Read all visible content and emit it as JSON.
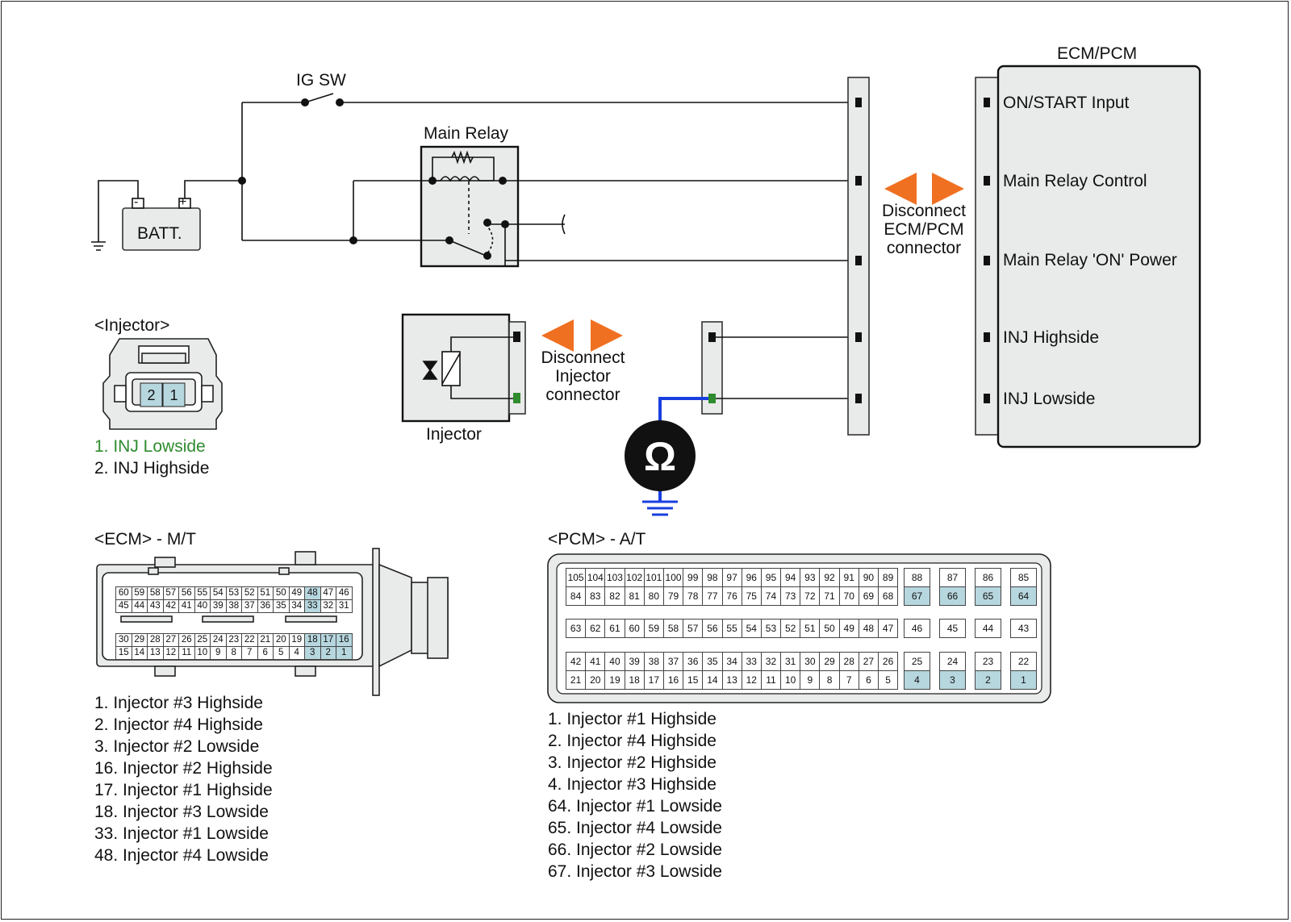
{
  "labels": {
    "ig_sw": "IG SW",
    "main_relay": "Main Relay",
    "batt": "BATT.",
    "minus": "-",
    "plus": "+",
    "ecm_pcm_title": "ECM/PCM",
    "ecm_pins": [
      "ON/START Input",
      "Main Relay Control",
      "Main Relay 'ON' Power",
      "INJ Highside",
      "INJ Lowside"
    ],
    "disconnect_ecm": [
      "Disconnect",
      "ECM/PCM",
      "connector"
    ],
    "disconnect_inj": [
      "Disconnect",
      "Injector",
      "connector"
    ],
    "injector": "Injector",
    "ohm": "Ω"
  },
  "injector_connector": {
    "title": "<Injector>",
    "pins": [
      "2",
      "1"
    ],
    "legend": [
      "1. INJ Lowside",
      "2. INJ Highside"
    ]
  },
  "ecm_connector": {
    "title": "<ECM> - M/T",
    "rows_top": [
      [
        "60",
        "59",
        "58",
        "57",
        "56",
        "55",
        "54",
        "53",
        "52",
        "51",
        "50",
        "49",
        "48",
        "47",
        "46"
      ],
      [
        "45",
        "44",
        "43",
        "42",
        "41",
        "40",
        "39",
        "38",
        "37",
        "36",
        "35",
        "34",
        "33",
        "32",
        "31"
      ]
    ],
    "rows_bottom": [
      [
        "30",
        "29",
        "28",
        "27",
        "26",
        "25",
        "24",
        "23",
        "22",
        "21",
        "20",
        "19",
        "18",
        "17",
        "16"
      ],
      [
        "15",
        "14",
        "13",
        "12",
        "11",
        "10",
        "9",
        "8",
        "7",
        "6",
        "5",
        "4",
        "3",
        "2",
        "1"
      ]
    ],
    "highlighted": [
      "48",
      "33",
      "18",
      "17",
      "16",
      "3",
      "2",
      "1"
    ],
    "legend": [
      "1. Injector #3 Highside",
      "2. Injector #4 Highside",
      "3. Injector #2 Lowside",
      "16. Injector #2 Highside",
      "17. Injector #1 Highside",
      "18. Injector #3 Lowside",
      "33. Injector #1 Lowside",
      "48. Injector #4 Lowside"
    ]
  },
  "pcm_connector": {
    "title": "<PCM> - A/T",
    "block1_rows": [
      [
        "105",
        "104",
        "103",
        "102",
        "101",
        "100",
        "99",
        "98",
        "97",
        "96",
        "95",
        "94",
        "93",
        "92",
        "91",
        "90",
        "89"
      ],
      [
        "84",
        "83",
        "82",
        "81",
        "80",
        "79",
        "78",
        "77",
        "76",
        "75",
        "74",
        "73",
        "72",
        "71",
        "70",
        "69",
        "68"
      ]
    ],
    "block1_side": [
      [
        "88",
        "87",
        "86",
        "85"
      ],
      [
        "67",
        "66",
        "65",
        "64"
      ]
    ],
    "block2_row": [
      "63",
      "62",
      "61",
      "60",
      "59",
      "58",
      "57",
      "56",
      "55",
      "54",
      "53",
      "52",
      "51",
      "50",
      "49",
      "48",
      "47"
    ],
    "block2_side": [
      "46",
      "45",
      "44",
      "43"
    ],
    "block3_rows": [
      [
        "42",
        "41",
        "40",
        "39",
        "38",
        "37",
        "36",
        "35",
        "34",
        "33",
        "32",
        "31",
        "30",
        "29",
        "28",
        "27",
        "26"
      ],
      [
        "21",
        "20",
        "19",
        "18",
        "17",
        "16",
        "15",
        "14",
        "13",
        "12",
        "11",
        "10",
        "9",
        "8",
        "7",
        "6",
        "5"
      ]
    ],
    "block3_side": [
      [
        "25",
        "24",
        "23",
        "22"
      ],
      [
        "4",
        "3",
        "2",
        "1"
      ]
    ],
    "highlighted": [
      "67",
      "66",
      "65",
      "64",
      "4",
      "3",
      "2",
      "1"
    ],
    "legend": [
      "1. Injector #1 Highside",
      "2. Injector #4 Highside",
      "3. Injector #2 Highside",
      "4. Injector #3 Highside",
      "64. Injector #1 Lowside",
      "65. Injector #4 Lowside",
      "66. Injector #2 Lowside",
      "67. Injector #3 Lowside"
    ]
  },
  "colors": {
    "arrow": "#f07021",
    "probe": "#1a3fe0",
    "highlight": "#b7d7df",
    "pin_green": "#2e8b2e"
  }
}
